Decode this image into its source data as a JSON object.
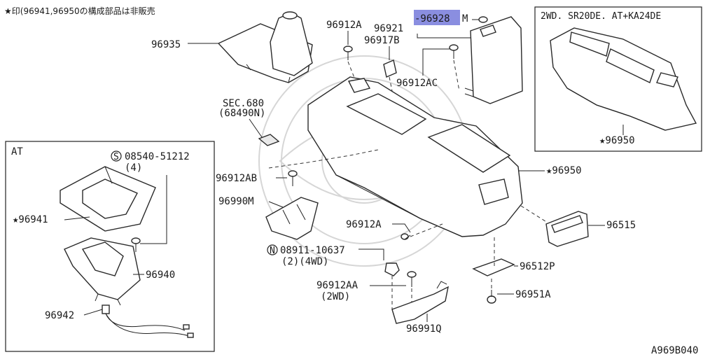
{
  "note": "★印(96941,96950の構成部品は非販売",
  "diagram_code": "A969B040",
  "inset_right": {
    "title": "2WD. SR20DE. AT+KA24DE",
    "part": "★96950"
  },
  "inset_left": {
    "title": "AT"
  },
  "highlight_color": "#8a8ee0",
  "labels": {
    "p96935": "96935",
    "p96912A": "96912A",
    "p96921": "96921",
    "p96928M_a": "-96928",
    "p96928M_b": "M",
    "p96917B": "96917B",
    "p96912AC": "96912AC",
    "sec680": "SEC.680",
    "sec680_sub": "(68490N)",
    "p96912AB": "96912AB",
    "p96950": "★96950",
    "p96990M": "96990M",
    "p96515": "96515",
    "p96912A_2": "96912A",
    "n08911": "N",
    "n08911_num": "08911-10637",
    "n08911_sub": "(2)(4WD)",
    "p96512P": "96512P",
    "p96912AA": "96912AA",
    "p96912AA_sub": "(2WD)",
    "p96951A": "96951A",
    "p96991Q": "96991Q",
    "s08540": "S",
    "s08540_num": "08540-51212",
    "s08540_sub": "(4)",
    "p96941": "★96941",
    "p96940": "96940",
    "p96942": "96942"
  }
}
